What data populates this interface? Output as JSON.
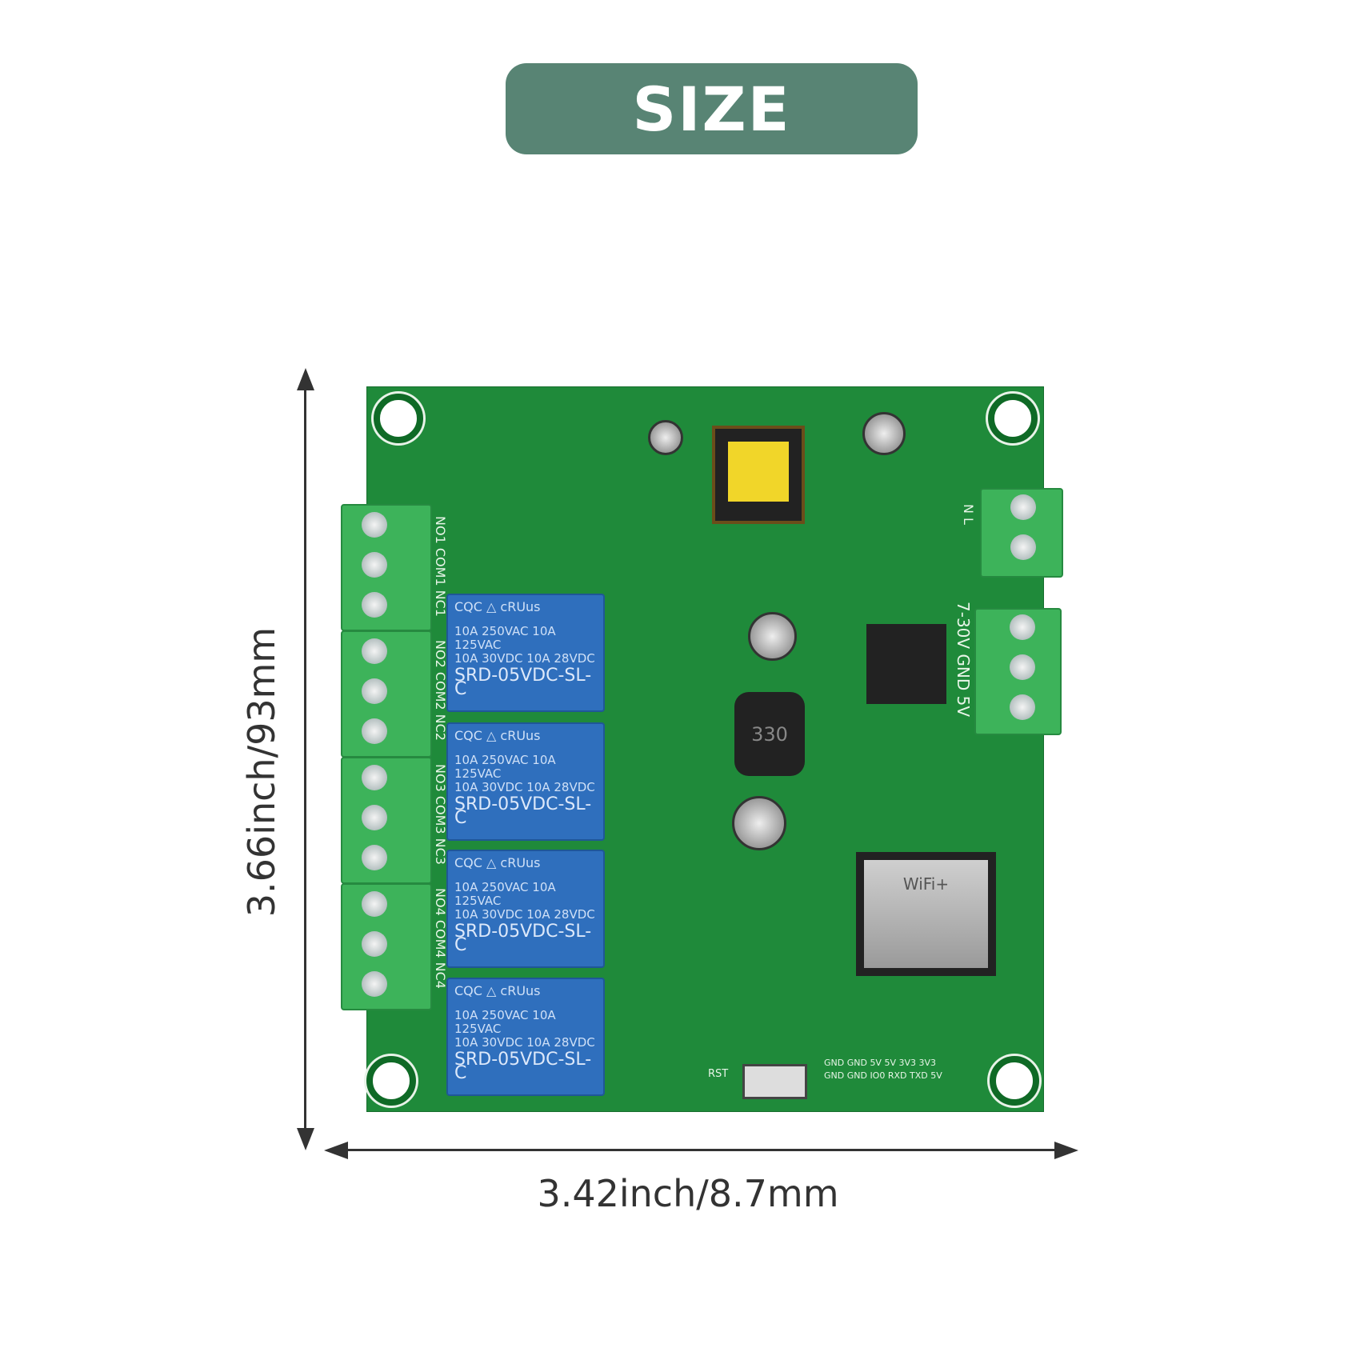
{
  "title": "SIZE",
  "dimensions": {
    "height_label": "3.66inch/93mm",
    "width_label": "3.42inch/8.7mm"
  },
  "board": {
    "relays": [
      {
        "logo": "CQC △  cRUus",
        "rating1": "10A 250VAC  10A 125VAC",
        "rating2": "10A  30VDC  10A  28VDC",
        "model": "SRD-05VDC-SL-C"
      },
      {
        "logo": "CQC △  cRUus",
        "rating1": "10A 250VAC  10A 125VAC",
        "rating2": "10A  30VDC  10A  28VDC",
        "model": "SRD-05VDC-SL-C"
      },
      {
        "logo": "CQC △  cRUus",
        "rating1": "10A 250VAC  10A 125VAC",
        "rating2": "10A  30VDC  10A  28VDC",
        "model": "SRD-05VDC-SL-C"
      },
      {
        "logo": "CQC △  cRUus",
        "rating1": "10A 250VAC  10A 125VAC",
        "rating2": "10A  30VDC  10A  28VDC",
        "model": "SRD-05VDC-SL-C"
      }
    ],
    "terminal_labels": [
      "NO1 COM1 NC1",
      "NO2 COM2 NC2",
      "NO3 COM3 NC3",
      "NO4 COM4 NC4"
    ],
    "power_label": "7-30V GND 5V",
    "ac_label": "N  L",
    "inductor_label": "330",
    "wifi_label": "WiFi+",
    "rst_label": "RST",
    "header_row1": "GND GND 5V  5V  3V3 3V3",
    "header_row2": "GND GND IO0 RXD TXD 5V",
    "colors": {
      "badge": "#588474",
      "pcb": "#1f8a3a",
      "relay": "#2f6fbd",
      "terminal": "#3db35a"
    }
  }
}
